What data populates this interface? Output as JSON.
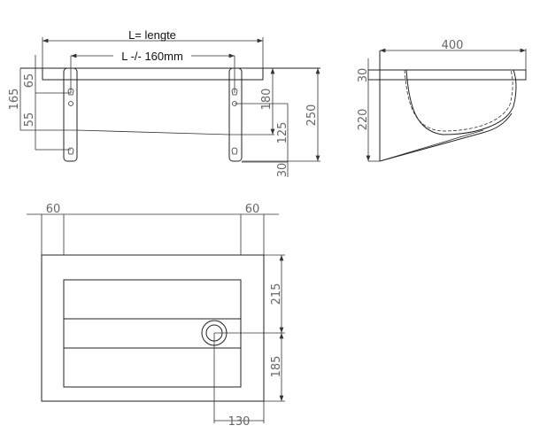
{
  "front_view": {
    "length_label": "L= lengte",
    "inner_length_label": "L -/- 160mm",
    "dims": {
      "d165": "165",
      "d65": "65",
      "d55": "55",
      "d180": "180",
      "d125": "125",
      "d250": "250",
      "d30": "30"
    }
  },
  "side_view": {
    "dims": {
      "d400": "400",
      "d30": "30",
      "d220": "220"
    }
  },
  "top_view": {
    "dims": {
      "d60_left": "60",
      "d60_right": "60",
      "d215": "215",
      "d185": "185",
      "d130": "130"
    }
  }
}
